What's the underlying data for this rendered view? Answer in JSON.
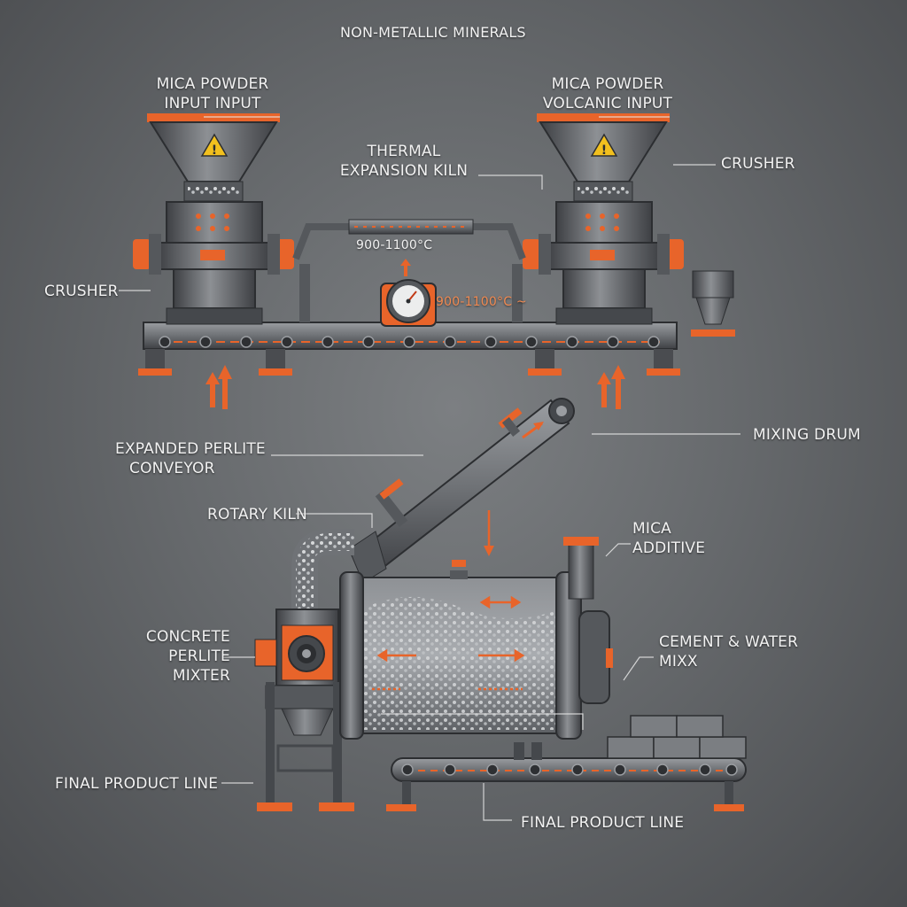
{
  "header": {
    "title": "NON-METALLIC MINERALS"
  },
  "labels": {
    "top_left_input": {
      "line1": "MICA POWDER",
      "line2": "INPUT     INPUT"
    },
    "top_right_input": {
      "line1": "MICA POWDER",
      "line2": "VOLCANIC INPUT"
    },
    "thermal_kiln": {
      "line1": "THERMAL",
      "line2": "EXPANSION KILN"
    },
    "temp_top": "900-1100°C",
    "temp_gauge": "900-1100°C ~",
    "crusher_left": "CRUSHER",
    "crusher_right": "CRUSHER",
    "expanded_conveyor": {
      "line1": "EXPANDED PERLITE",
      "line2": "CONVEYOR"
    },
    "mixing_drum": "MIXING DRUM",
    "rotary_kiln": "ROTARY KILN",
    "mica_additive": {
      "line1": "MICA",
      "line2": "ADDITIVE"
    },
    "concrete_mixer": {
      "line1": "CONCRETE",
      "line2": "PERLITE",
      "line3": "MIXTER"
    },
    "cement_water": {
      "line1": "CEMENT & WATER",
      "line2": "MIXX"
    },
    "final_left": "FINAL PRODUCT LINE",
    "final_bottom": "FINAL PRODUCT LINE"
  },
  "icons": [
    "warning-icon",
    "warning-icon",
    "pressure-gauge-icon",
    "flow-arrow-icon"
  ],
  "colors": {
    "accent": "#e8642a",
    "steel": "#6f7276",
    "steel_dark": "#3c3e41",
    "background": "#6a6d70",
    "text": "#f2f2f2"
  }
}
